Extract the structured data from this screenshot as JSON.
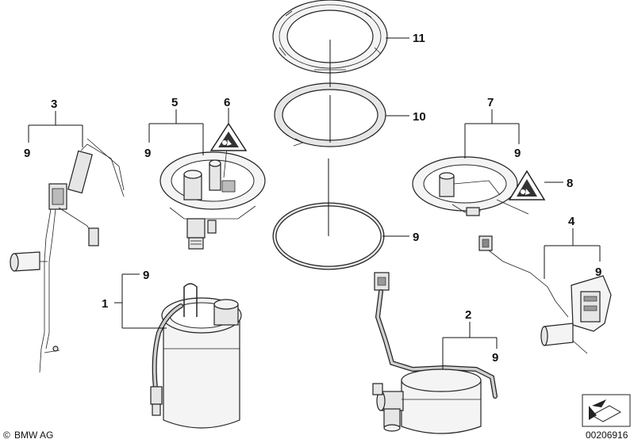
{
  "callouts": {
    "c1": "1",
    "c2": "2",
    "c3": "3",
    "c4": "4",
    "c5": "5",
    "c6": "6",
    "c7": "7",
    "c8": "8",
    "c10": "10",
    "c11": "11",
    "c9a": "9",
    "c9b": "9",
    "c9c": "9",
    "c9d": "9",
    "c9e": "9",
    "c9f": "9",
    "c9g": "9"
  },
  "footer": {
    "brand": "BMW AG",
    "copyright_symbol": "©",
    "diagram_number": "00206916"
  },
  "icons": {
    "warning_symbol": "warning-triangle-icon",
    "nav_arrow": "arrow-icon"
  }
}
